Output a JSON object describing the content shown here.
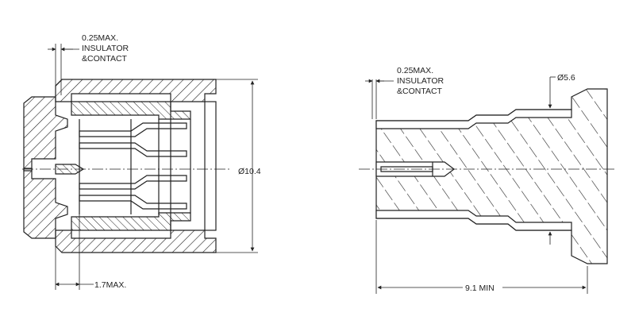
{
  "left_view": {
    "note_line1": "0.25MAX.",
    "note_line2": "INSULATOR",
    "note_line3": "&CONTACT",
    "diameter_label": "Ø10.4",
    "depth_label": "1.7MAX."
  },
  "right_view": {
    "note_line1": "0.25MAX.",
    "note_line2": "INSULATOR",
    "note_line3": "&CONTACT",
    "diameter_label": "Ø5.6",
    "length_label": "9.1 MIN"
  },
  "colors": {
    "line": "#222222",
    "paper": "#ffffff"
  }
}
